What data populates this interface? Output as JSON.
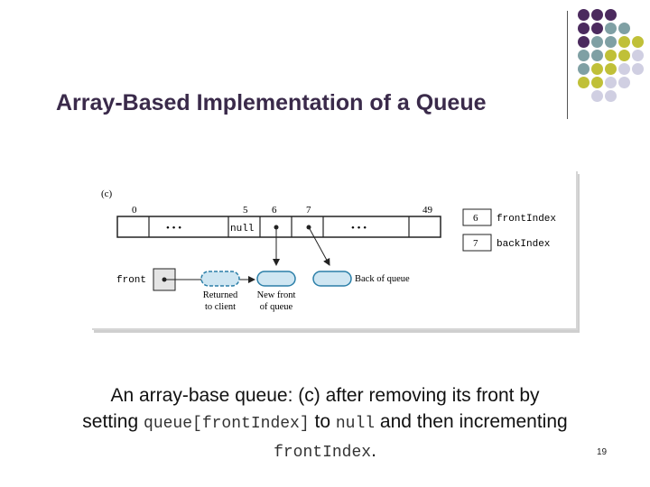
{
  "slide": {
    "title": "Array-Based Implementation of a Queue",
    "page_number": "19"
  },
  "figure": {
    "panel_label": "(c)",
    "array_indices": [
      "0",
      "5",
      "6",
      "7",
      "49"
    ],
    "ellipsis": "• • •",
    "null_cell": "null",
    "front_index": {
      "value": "6",
      "label": "frontIndex"
    },
    "back_index": {
      "value": "7",
      "label": "backIndex"
    },
    "front_label": "front",
    "returned_label_line1": "Returned",
    "returned_label_line2": "to client",
    "new_front_line1": "New front",
    "new_front_line2": "of queue",
    "back_of_queue": "Back of queue"
  },
  "caption": {
    "line1": "An array-base queue: (c) after removing its front by",
    "setting": "setting ",
    "code1": "queue[frontIndex]",
    "to": " to ",
    "code2": "null",
    "rest2": " and then incrementing",
    "code3": "frontIndex",
    "period": "."
  },
  "colors": {
    "purple": "#4b2a5e",
    "teal": "#7fa0a4",
    "olive": "#c0c038",
    "lavender": "#d0cfe2",
    "node_fill": "#cfe6f2",
    "node_stroke": "#2b7fa8"
  }
}
